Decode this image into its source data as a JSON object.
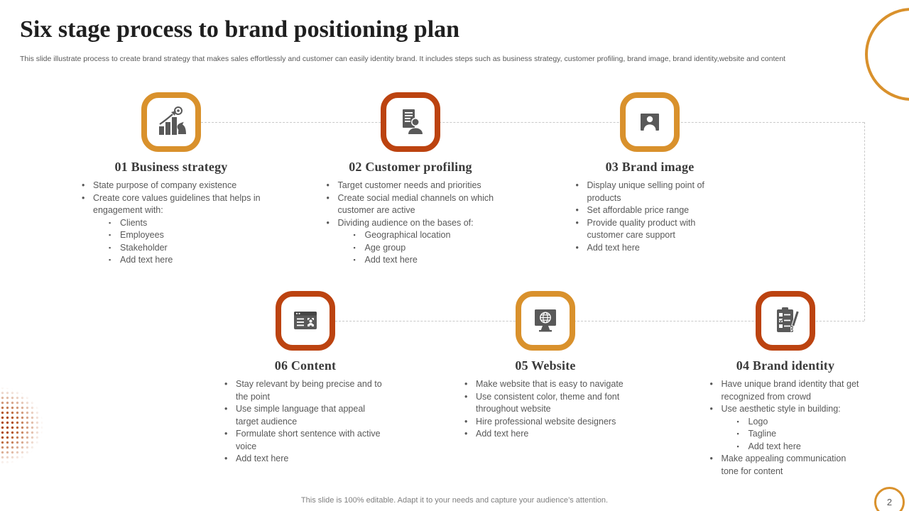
{
  "slide": {
    "title": "Six stage process to brand positioning plan",
    "subtitle": "This slide illustrate process to create brand strategy that makes sales effortlessly and customer can easily identity brand. It includes steps such as business strategy, customer profiling, brand image, brand identity,website and content",
    "footer": "This slide is 100% editable. Adapt it to your needs and capture your audience’s attention.",
    "page_number": "2"
  },
  "colors": {
    "orange": "#D9912C",
    "rust": "#BC4310",
    "icon_gray": "#595959",
    "text_dark": "#1f1f1f",
    "text_gray": "#595959",
    "connector": "#c9c9c9"
  },
  "markers": {
    "level1": "•",
    "level2": "▪"
  },
  "stages": [
    {
      "number_title": "01 Business strategy",
      "icon": "growth-chart-icon",
      "accent": "orange",
      "items": [
        {
          "text": "State purpose of company existence"
        },
        {
          "text": "Create core values guidelines that helps in engagement with:",
          "sub": [
            "Clients",
            "Employees",
            "Stakeholder",
            "Add text here"
          ]
        }
      ]
    },
    {
      "number_title": "02 Customer profiling",
      "icon": "document-person-icon",
      "accent": "rust",
      "items": [
        {
          "text": "Target customer needs and priorities"
        },
        {
          "text": "Create social medial channels on which customer are active"
        },
        {
          "text": "Dividing audience on the bases of:",
          "sub": [
            "Geographical location",
            "Age group",
            "Add text here"
          ]
        }
      ]
    },
    {
      "number_title": "03 Brand image",
      "icon": "portrait-icon",
      "accent": "orange",
      "items": [
        {
          "text": "Display unique selling point of products"
        },
        {
          "text": "Set affordable price range"
        },
        {
          "text": "Provide quality product with customer care support"
        },
        {
          "text": "Add text here"
        }
      ]
    },
    {
      "number_title": "04 Brand identity",
      "icon": "checklist-pencil-icon",
      "accent": "rust",
      "items": [
        {
          "text": "Have unique brand identity that get recognized from crowd"
        },
        {
          "text": "Use aesthetic style in building:",
          "sub": [
            "Logo",
            "Tagline",
            "Add text here"
          ]
        },
        {
          "text": "Make appealing communication tone for content"
        }
      ]
    },
    {
      "number_title": "05 Website",
      "icon": "monitor-globe-icon",
      "accent": "orange",
      "items": [
        {
          "text": "Make website that is easy to navigate"
        },
        {
          "text": "Use consistent color, theme and font throughout website"
        },
        {
          "text": "Hire professional website designers"
        },
        {
          "text": "Add text here"
        }
      ]
    },
    {
      "number_title": "06 Content",
      "icon": "browser-id-card-icon",
      "accent": "rust",
      "items": [
        {
          "text": "Stay relevant by being precise and to the point"
        },
        {
          "text": "Use simple language that appeal target audience"
        },
        {
          "text": "Formulate short sentence with active voice"
        },
        {
          "text": "Add text here"
        }
      ]
    }
  ]
}
